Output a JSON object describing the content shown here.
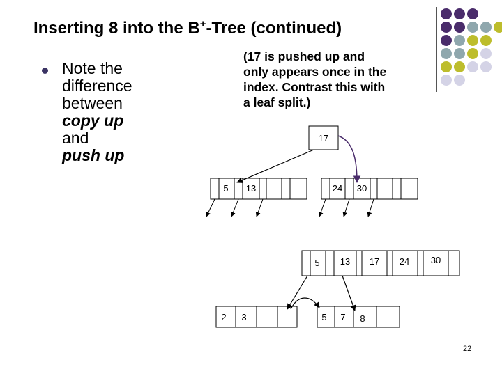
{
  "slide": {
    "title_main": "Inserting 8 into the B",
    "title_sup": "+",
    "title_rest": "-Tree (continued)",
    "bullet_lines": [
      "Note the",
      "difference",
      "between"
    ],
    "term_copy": "copy up",
    "word_and": "and",
    "term_push": "push up",
    "callout_lines": [
      "(17 is pushed up and",
      "only appears once in the",
      "index. Contrast this with",
      "a leaf split.)"
    ],
    "page_number": "22"
  },
  "tree": {
    "root_key": "17",
    "upper_left_keys": [
      "5",
      "13"
    ],
    "upper_right_keys": [
      "24",
      "30"
    ],
    "lower_index_keys": [
      "5",
      "13",
      "17",
      "24",
      "30"
    ],
    "leaf_left_keys": [
      "2",
      "3"
    ],
    "leaf_right_keys": [
      "5",
      "7",
      "8"
    ]
  },
  "colors": {
    "deco_purple": "#4a2c6b",
    "deco_teal": "#8fa7ad",
    "deco_olive": "#bdbd2c",
    "deco_lavender": "#d4d3e6",
    "arrow_purple": "#4a2c6b",
    "bullet": "#3b3464"
  }
}
